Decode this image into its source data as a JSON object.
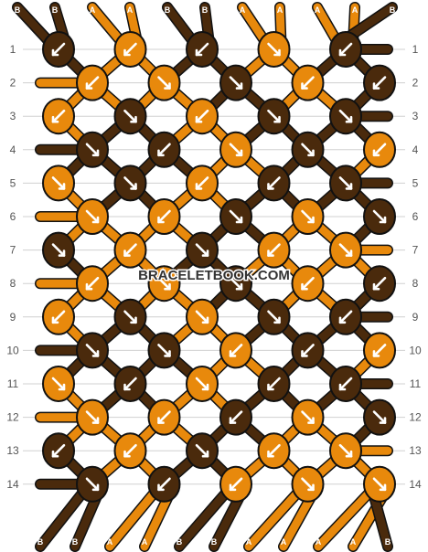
{
  "colors": {
    "B": "#4a2a0c",
    "A": "#e8890c",
    "outline": "#111111",
    "grid": "#d0d0d0",
    "arrow": "#ffffff"
  },
  "watermark": "BRACELETBOOK.COM",
  "top_strands": [
    "B",
    "B",
    "A",
    "A",
    "B",
    "B",
    "A",
    "A",
    "A",
    "A",
    "B"
  ],
  "bottom_strands": [
    "B",
    "B",
    "A",
    "A",
    "B",
    "B",
    "A",
    "A",
    "A",
    "A",
    "B"
  ],
  "row_numbers": [
    "1",
    "2",
    "3",
    "4",
    "5",
    "6",
    "7",
    "8",
    "9",
    "10",
    "11",
    "12",
    "13",
    "14"
  ],
  "rows": [
    {
      "color": [
        "B",
        "A",
        "B",
        "A",
        "B"
      ],
      "dir": [
        "L",
        "L",
        "L",
        "R",
        "L"
      ]
    },
    {
      "color": [
        "A",
        "A",
        "B",
        "A",
        "B"
      ],
      "dir": [
        "L",
        "R",
        "R",
        "L",
        "L"
      ]
    },
    {
      "color": [
        "A",
        "B",
        "A",
        "B",
        "B"
      ],
      "dir": [
        "L",
        "R",
        "L",
        "R",
        "R"
      ]
    },
    {
      "color": [
        "B",
        "B",
        "A",
        "B",
        "A"
      ],
      "dir": [
        "R",
        "L",
        "R",
        "R",
        "L"
      ]
    },
    {
      "color": [
        "A",
        "B",
        "A",
        "B",
        "B"
      ],
      "dir": [
        "R",
        "R",
        "L",
        "L",
        "R"
      ]
    },
    {
      "color": [
        "A",
        "A",
        "B",
        "A",
        "B"
      ],
      "dir": [
        "R",
        "L",
        "R",
        "R",
        "R"
      ]
    },
    {
      "color": [
        "B",
        "A",
        "B",
        "A",
        "A"
      ],
      "dir": [
        "R",
        "L",
        "R",
        "L",
        "R"
      ]
    },
    {
      "color": [
        "A",
        "A",
        "B",
        "A",
        "B"
      ],
      "dir": [
        "L",
        "R",
        "R",
        "L",
        "L"
      ]
    },
    {
      "color": [
        "A",
        "B",
        "A",
        "B",
        "B"
      ],
      "dir": [
        "L",
        "R",
        "R",
        "R",
        "L"
      ]
    },
    {
      "color": [
        "B",
        "B",
        "A",
        "B",
        "A"
      ],
      "dir": [
        "R",
        "R",
        "L",
        "L",
        "L"
      ]
    },
    {
      "color": [
        "A",
        "B",
        "A",
        "B",
        "B"
      ],
      "dir": [
        "R",
        "L",
        "R",
        "L",
        "L"
      ]
    },
    {
      "color": [
        "A",
        "A",
        "B",
        "A",
        "B"
      ],
      "dir": [
        "R",
        "L",
        "L",
        "R",
        "R"
      ]
    },
    {
      "color": [
        "B",
        "A",
        "B",
        "A",
        "A"
      ],
      "dir": [
        "L",
        "L",
        "R",
        "L",
        "R"
      ]
    },
    {
      "color": [
        "B",
        "B",
        "A",
        "A",
        "A"
      ],
      "dir": [
        "R",
        "L",
        "L",
        "R",
        "R"
      ]
    }
  ]
}
